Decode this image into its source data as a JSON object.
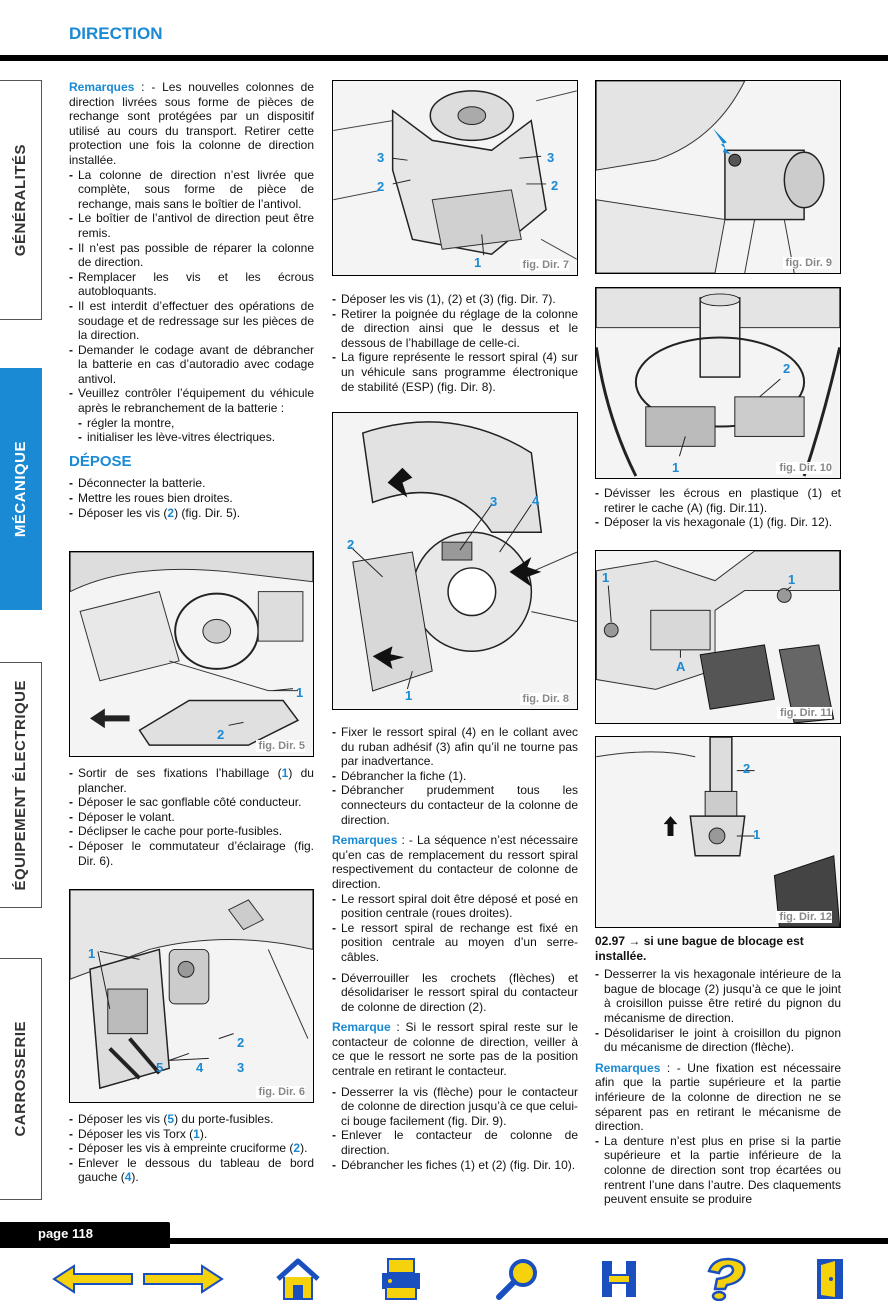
{
  "header": {
    "title": "DIRECTION"
  },
  "sidebar": {
    "tabs": [
      {
        "label": "GÉNÉRALITÉS"
      },
      {
        "label": "MÉCANIQUE"
      },
      {
        "label": "ÉQUIPEMENT ÉLECTRIQUE"
      },
      {
        "label": "CARROSSERIE"
      }
    ]
  },
  "col1": {
    "rem_label": "Remarques",
    "rem_lead": " : - Les nouvelles colonnes de direction livrées sous forme de pièces de rechange sont protégées par un dispositif utilisé au cours du transport. Retirer cette protection une fois la colonne de direction installée.",
    "rem_items": [
      "La colonne de direction n’est livrée que complète, sous forme de pièce de rechange, mais sans le boîtier de l’antivol.",
      "Le boîtier de l’antivol de direction peut être remis.",
      "Il n’est pas possible de réparer la colonne de direction.",
      "Remplacer les vis et les écrous autobloquants.",
      "Il est interdit d’effectuer des opérations de soudage et de redressage sur les pièces de la direction.",
      "Demander le codage avant de débrancher la batterie en cas d’autoradio avec codage antivol.",
      "Veuillez contrôler l’équipement du véhicule après le rebranchement de la batterie :"
    ],
    "sub_items": [
      "régler la montre,",
      "initialiser les lève-vitres électriques."
    ],
    "depose_title": "DÉPOSE",
    "depose_items": [
      "Déconnecter la batterie.",
      "Mettre les roues bien droites."
    ],
    "depose_vis": {
      "pre": "Déposer les vis (",
      "n": "2",
      "post": ") (fig. Dir. 5)."
    },
    "after5": [
      {
        "pre": "Sortir de ses fixations l’habillage (",
        "n": "1",
        "post": ") du plancher."
      },
      {
        "pre": "Déposer le sac gonflable côté conducteur.",
        "n": "",
        "post": ""
      },
      {
        "pre": "Déposer le volant.",
        "n": "",
        "post": ""
      },
      {
        "pre": "Déclipser le cache pour porte-fusibles.",
        "n": "",
        "post": ""
      },
      {
        "pre": "Déposer le commutateur d’éclairage (fig. Dir. 6).",
        "n": "",
        "post": ""
      }
    ],
    "after6": [
      {
        "pre": "Déposer les vis (",
        "n": "5",
        "post": ") du porte-fusibles."
      },
      {
        "pre": "Déposer les vis Torx (",
        "n": "1",
        "post": ")."
      },
      {
        "pre": "Déposer les vis à empreinte cruciforme (",
        "n": "2",
        "post": ")."
      },
      {
        "pre": "Enlever le dessous du tableau de bord gauche (",
        "n": "4",
        "post": ")."
      }
    ]
  },
  "col2": {
    "after7": [
      {
        "text": "Déposer les vis (1), (2) et (3) (fig. Dir. 7)."
      },
      {
        "text": "Retirer la poignée du réglage de la colonne de direction ainsi que le dessus et le dessous de l’habillage de celle-ci."
      },
      {
        "text": "La figure représente le ressort spiral (4) sur un véhicule sans programme électronique de stabilité (ESP) (fig. Dir. 8)."
      }
    ],
    "after8": [
      "Fixer le ressort spiral (4) en le collant avec du ruban adhésif (3) afin qu’il ne tourne pas par inadvertance.",
      "Débrancher la fiche (1).",
      "Débrancher prudemment tous les connecteurs du contacteur de la colonne de direction."
    ],
    "rem2_label": "Remarques",
    "rem2_lead": " : - La séquence n’est nécessaire qu’en cas de remplacement du ressort spiral respectivement du contacteur de colonne de direction.",
    "rem2_items": [
      "Le ressort spiral doit être déposé et posé en position centrale (roues droites).",
      "Le ressort spiral de rechange est fixé en position centrale au moyen d’un serre-câbles.",
      "Déverrouiller les crochets (flèches) et désolidariser le ressort spiral du contacteur de colonne de direction (2)."
    ],
    "rem3_label": "Remarque",
    "rem3_lead": " : Si le ressort spiral reste sur le contacteur de colonne de direction, veiller à ce que le ressort ne sorte pas de la position centrale en retirant le contacteur.",
    "final_items": [
      "Desserrer la vis (flèche) pour le contacteur de colonne de direction jusqu’à ce que celui-ci bouge facilement (fig. Dir. 9).",
      "Enlever le contacteur de colonne de direction.",
      "Débrancher les fiches (1) et (2) (fig. Dir. 10)."
    ]
  },
  "col3": {
    "after10": [
      "Dévisser les écrous en plastique (1) et retirer le cache (A) (fig. Dir.11).",
      "Déposer la vis hexagonale (1) (fig. Dir. 12)."
    ],
    "cond_title": "02.97 → si une bague de blocage est installée.",
    "cond_items": [
      "Desserrer la vis hexagonale intérieure de la bague de blocage (2) jusqu’à ce que le joint à croisillon puisse être retiré du pignon du mécanisme de direction.",
      "Désolidariser le joint à croisillon du pignon du mécanisme de direction (flèche)."
    ],
    "rem4_label": "Remarques",
    "rem4_lead": " : - Une fixation est nécessaire afin que la partie supérieure et la partie inférieure de la colonne de direction ne se séparent pas en retirant le mécanisme de direction.",
    "rem4_items": [
      "La denture n’est plus en prise si la partie supérieure et la partie inférieure de la colonne de direction sont trop écartées ou rentrent l’une dans l’autre. Des claquements peuvent ensuite se produire"
    ]
  },
  "figures": {
    "fig5": {
      "caption": "fig. Dir. 5",
      "labels": [
        "1",
        "2"
      ]
    },
    "fig6": {
      "caption": "fig. Dir. 6",
      "labels": [
        "1",
        "2",
        "3",
        "4",
        "5"
      ]
    },
    "fig7": {
      "caption": "fig. Dir. 7",
      "labels": [
        "3",
        "2",
        "3",
        "2",
        "1"
      ]
    },
    "fig8": {
      "caption": "fig. Dir. 8",
      "labels": [
        "2",
        "3",
        "4",
        "1"
      ]
    },
    "fig9": {
      "caption": "fig. Dir. 9"
    },
    "fig10": {
      "caption": "fig. Dir. 10",
      "labels": [
        "2",
        "1"
      ]
    },
    "fig11": {
      "caption": "fig. Dir. 11",
      "labels": [
        "1",
        "1",
        "A"
      ]
    },
    "fig12": {
      "caption": "fig. Dir. 12",
      "labels": [
        "2",
        "1"
      ]
    }
  },
  "footer": {
    "page_label": "page 118"
  },
  "nav": {
    "icons": [
      "arrow-left-icon",
      "arrow-right-icon",
      "home-icon",
      "print-icon",
      "search-icon",
      "index-icon",
      "help-icon",
      "exit-icon"
    ]
  },
  "colors": {
    "accent": "#1a8ad4",
    "nav_yellow": "#f5d20c",
    "nav_blue": "#1a4fbf"
  }
}
